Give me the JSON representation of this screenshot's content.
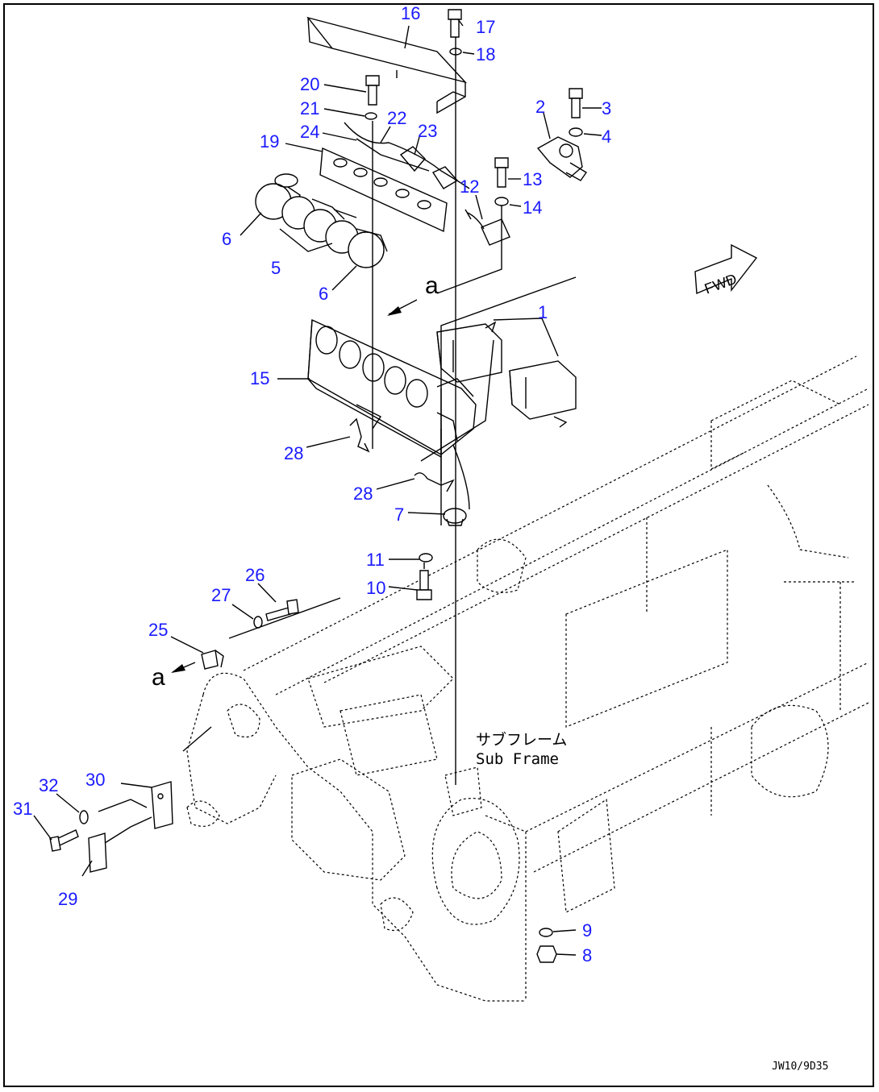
{
  "callouts": [
    "1",
    "2",
    "3",
    "4",
    "5",
    "6",
    "6",
    "7",
    "8",
    "9",
    "10",
    "11",
    "12",
    "13",
    "14",
    "15",
    "16",
    "17",
    "18",
    "19",
    "20",
    "21",
    "22",
    "23",
    "24",
    "25",
    "26",
    "27",
    "28",
    "28",
    "29",
    "30",
    "31",
    "32"
  ],
  "view_labels": {
    "view_a_top": "a",
    "view_a_bottom": "a"
  },
  "fwd_label": "FWD",
  "sub_frame_label_jp": "サブフレーム",
  "sub_frame_label_en": "Sub Frame",
  "drawing_code": "JW10/9D35",
  "colors": {
    "callout": "#1a1aff",
    "line": "#000000"
  }
}
